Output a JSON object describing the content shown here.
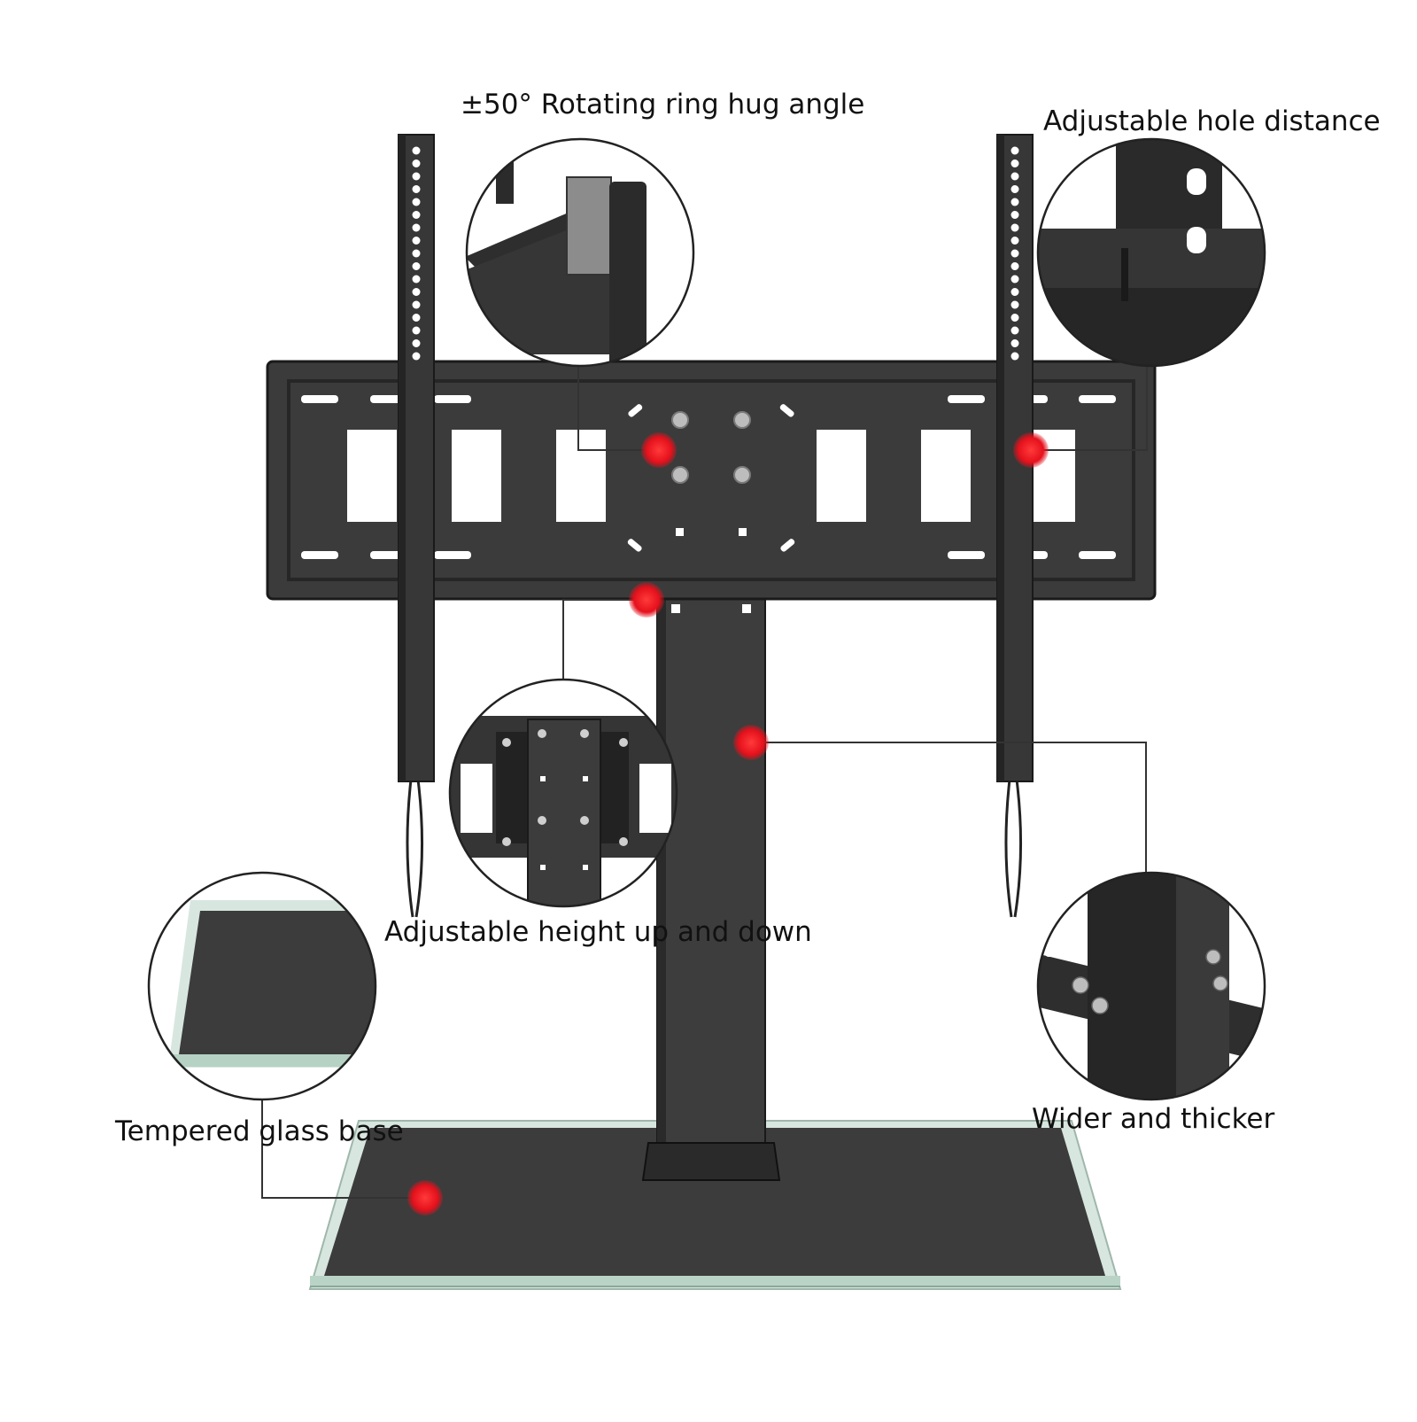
{
  "callouts": [
    {
      "id": "rotating",
      "text": "±50° Rotating ring hug angle"
    },
    {
      "id": "hole",
      "text": "Adjustable hole distance"
    },
    {
      "id": "height",
      "text": "Adjustable height up and down"
    },
    {
      "id": "glass",
      "text": "Tempered glass base"
    },
    {
      "id": "wider",
      "text": "Wider and thicker"
    }
  ],
  "colors": {
    "steel": "#3a3a3a",
    "steel_dark": "#1c1c1c",
    "glass_edge": "#cfe1d8",
    "glass_top": "#3c3c3c",
    "marker": "#e5111c",
    "leader": "#333333"
  }
}
